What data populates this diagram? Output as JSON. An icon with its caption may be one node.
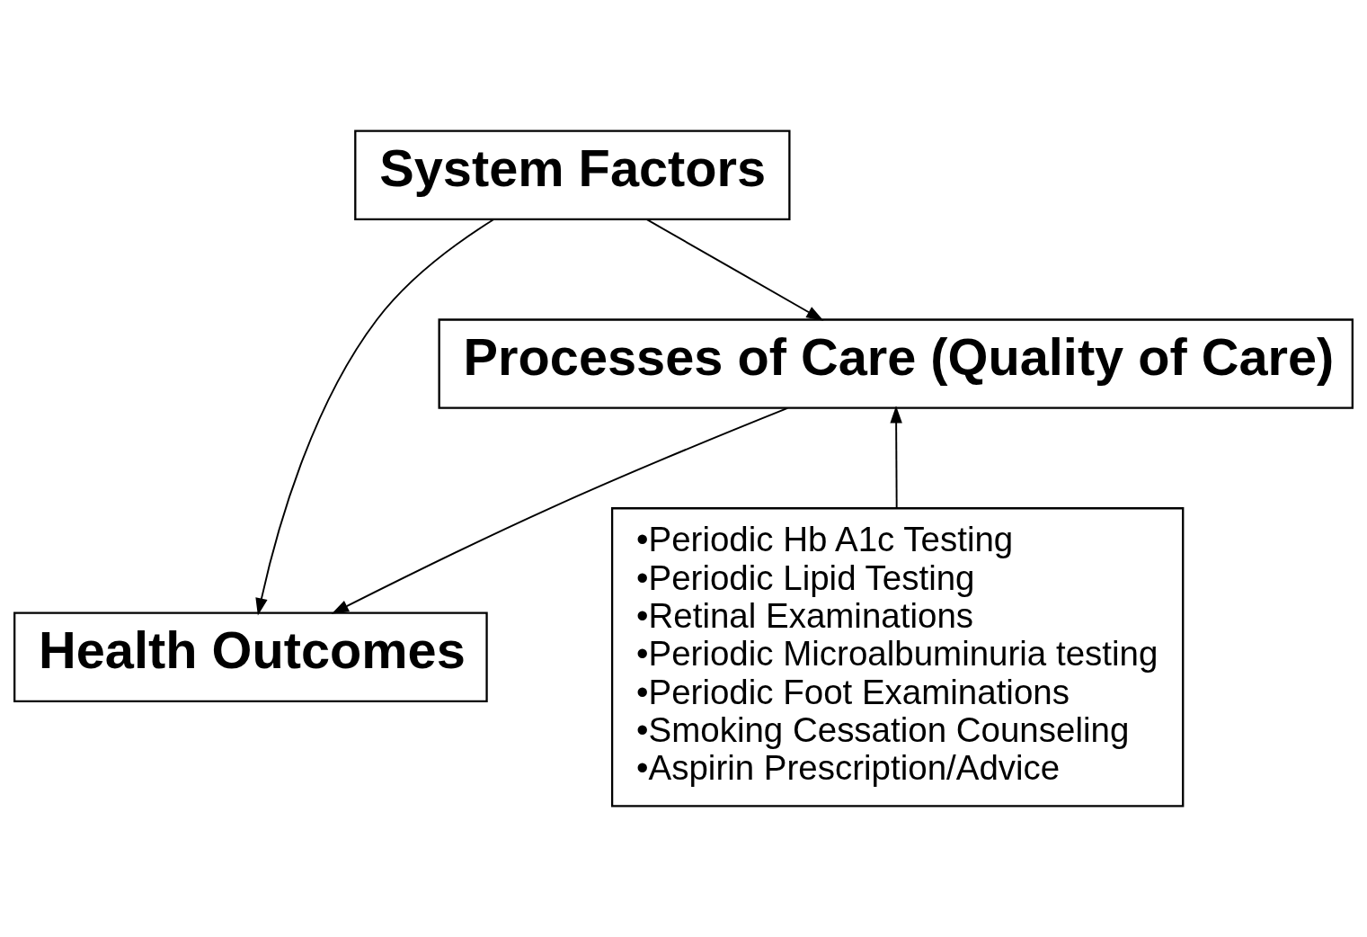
{
  "diagram": {
    "nodes": [
      {
        "text": [
          "System Factors"
        ]
      },
      {
        "text": [
          "Processes of Care (Quality of Care)"
        ]
      },
      {
        "text": [
          "•Periodic Hb A1c Testing",
          "•Periodic Lipid Testing",
          "•Retinal Examinations",
          "•Periodic Microalbuminuria testing",
          "•Periodic Foot Examinations",
          "•Smoking Cessation Counseling",
          "•Aspirin Prescription/Advice"
        ]
      },
      {
        "text": [
          "Health Outcomes"
        ]
      }
    ],
    "edges": [
      {
        "from": 0,
        "to": 1,
        "arrow": "to"
      },
      {
        "from": 0,
        "to": 3,
        "arrow": "to"
      },
      {
        "from": 2,
        "to": 1,
        "arrow": "to"
      },
      {
        "from": 1,
        "to": 3,
        "arrow": "to"
      }
    ]
  }
}
